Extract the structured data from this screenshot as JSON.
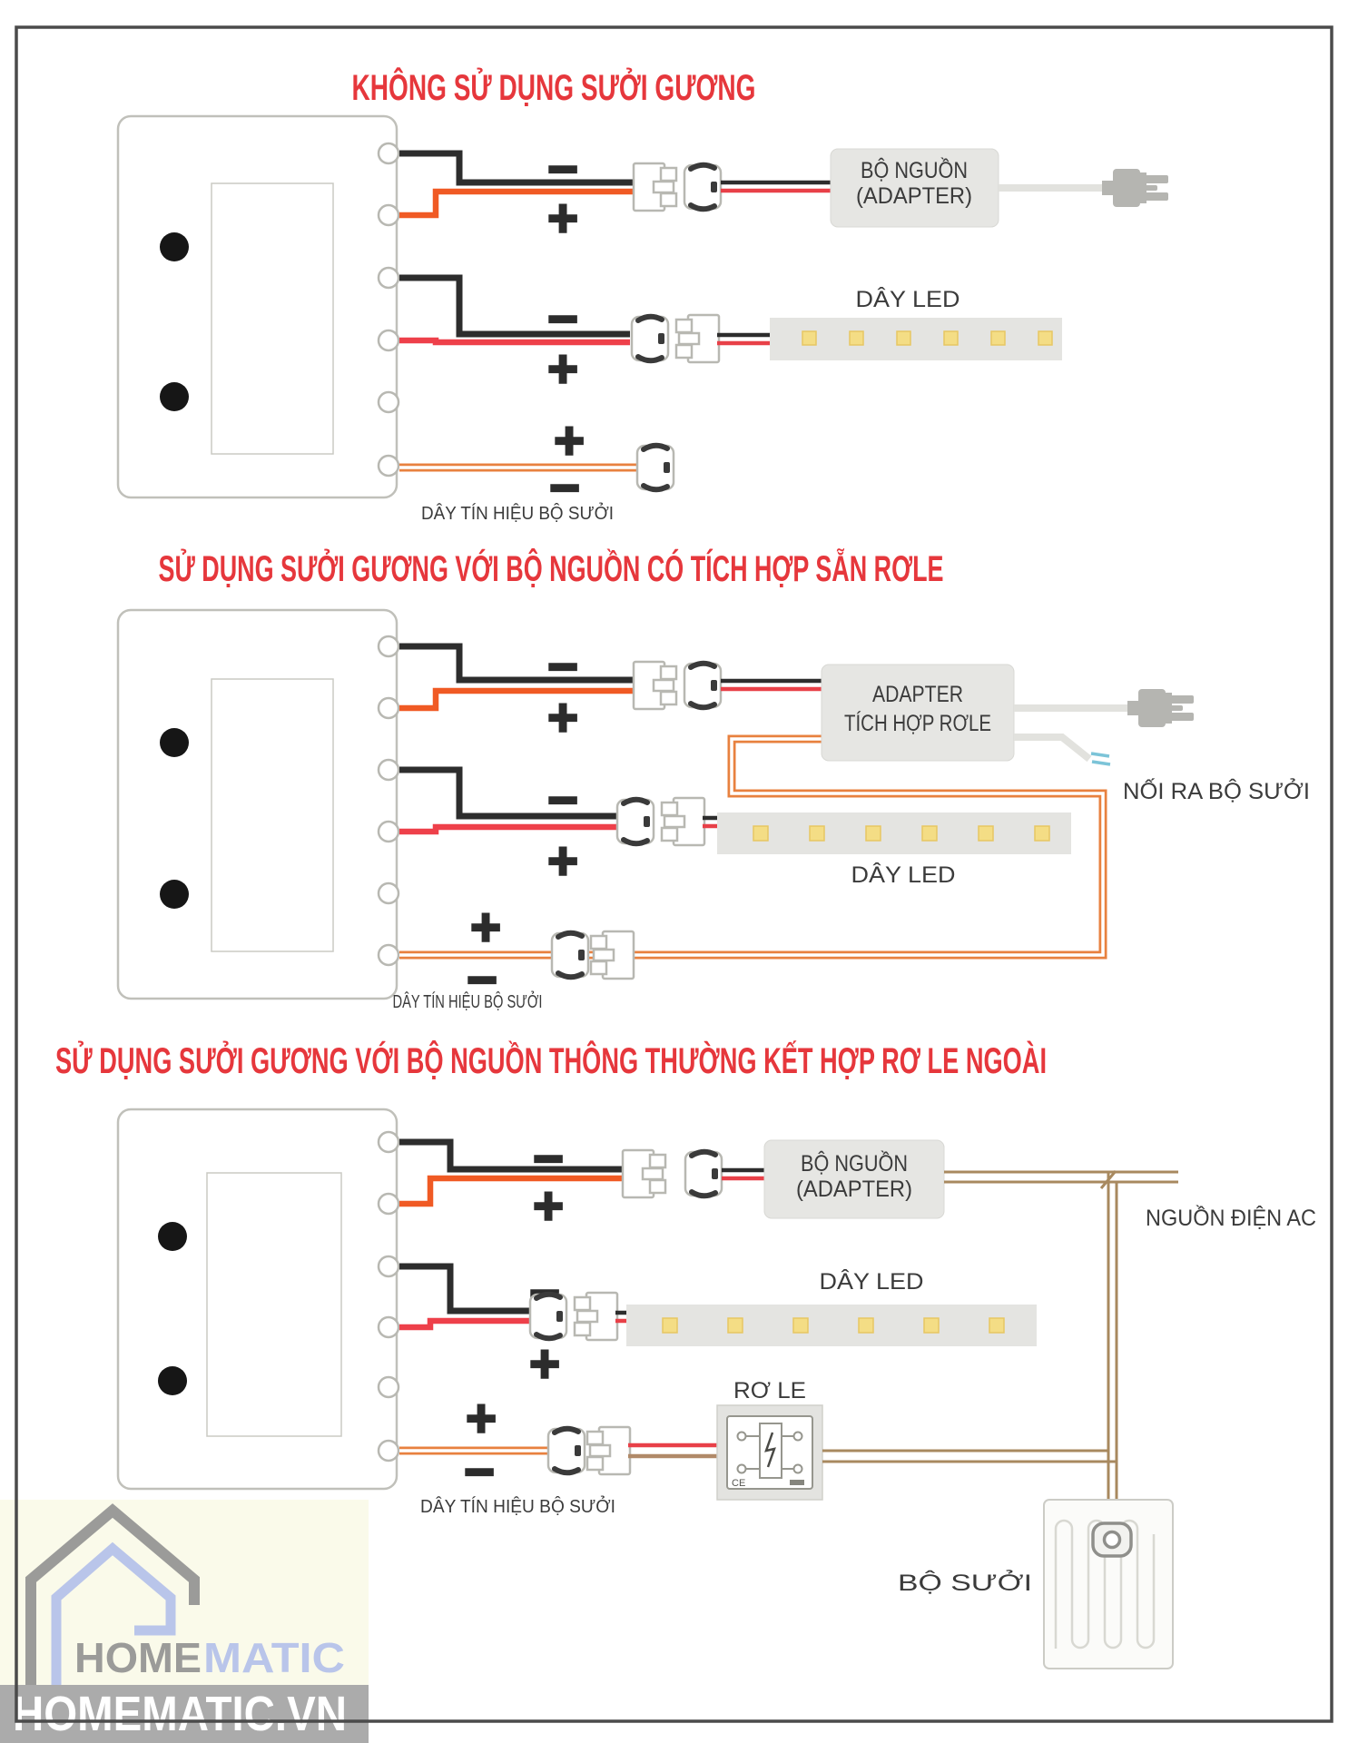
{
  "page": {
    "type": "wiring-instruction-diagram",
    "language": "vi"
  },
  "colors": {
    "title_red": "#e6373c",
    "wire_black": "#2d2d2d",
    "wire_orange": "#f05a24",
    "wire_red": "#ee404a",
    "wire_signal_orange": "#e8813f",
    "wire_brown": "#a8895f",
    "label_dark": "#3b3b3b",
    "logo_gray": "#9b9b99",
    "logo_blue": "#b9c5ea"
  },
  "polarity": {
    "plus": "+",
    "minus": "−"
  },
  "sections": [
    {
      "title": "KHÔNG SỬ DỤNG SƯỞI GƯƠNG",
      "adapter_line1": "BỘ NGUỒN",
      "adapter_line2": "(ADAPTER)",
      "led_label": "DÂY LED",
      "signal_label": "DÂY TÍN HIỆU BỘ SƯỞI"
    },
    {
      "title": "SỬ DỤNG SƯỞI GƯƠNG VỚI BỘ NGUỒN CÓ TÍCH HỢP SẴN RƠLE",
      "adapter_line1": "ADAPTER",
      "adapter_line2": "TÍCH HỢP RƠLE",
      "heater_out_label": "NỐI RA BỘ SƯỞI",
      "led_label": "DÂY LED",
      "signal_label": "DÂY TÍN HIỆU BỘ SƯỞI"
    },
    {
      "title": "SỬ DỤNG SƯỞI GƯƠNG VỚI BỘ NGUỒN THÔNG THƯỜNG KẾT HỢP RƠ LE NGOÀI",
      "adapter_line1": "BỘ NGUỒN",
      "adapter_line2": "(ADAPTER)",
      "ac_label": "NGUỒN ĐIỆN AC",
      "led_label": "DÂY LED",
      "relay_label": "RƠ LE",
      "relay_ce_mark": "CE",
      "heater_label": "BỘ SƯỞI",
      "signal_label": "DÂY TÍN HIỆU BỘ SƯỞI"
    }
  ],
  "watermark": {
    "brand_part1": "HOME",
    "brand_part2": "MATIC",
    "website": "HOMEMATIC.VN"
  }
}
